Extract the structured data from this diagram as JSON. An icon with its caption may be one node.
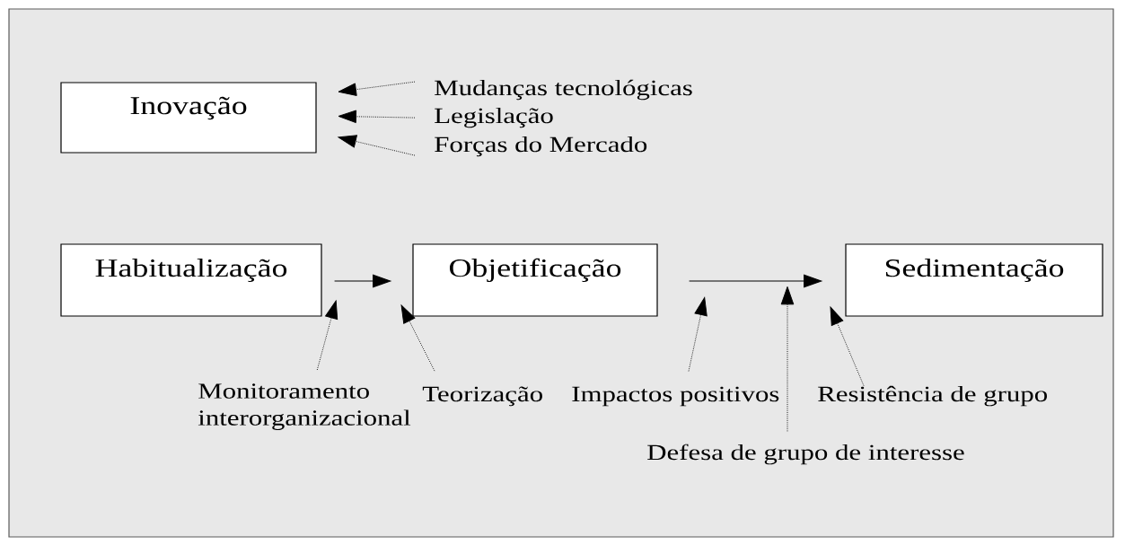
{
  "diagram": {
    "nodes": [
      {
        "text": [
          "Inovação"
        ]
      },
      {
        "text": [
          "Mudanças tecnológicas"
        ]
      },
      {
        "text": [
          "Legislação"
        ]
      },
      {
        "text": [
          "Forças do Mercado"
        ]
      },
      {
        "text": [
          "Habitualização"
        ]
      },
      {
        "text": [
          "Objetificação"
        ]
      },
      {
        "text": [
          "Sedimentação"
        ]
      },
      {
        "text": [
          "Monitoramento interorganizacional"
        ]
      },
      {
        "text": [
          "Teorização"
        ]
      },
      {
        "text": [
          "Impactos positivos"
        ]
      },
      {
        "text": [
          "Defesa de grupo de interesse"
        ]
      },
      {
        "text": [
          "Resistência de grupo"
        ]
      }
    ],
    "edges": [
      {
        "from": 1,
        "to": 0,
        "arrow": "to",
        "style": "dashed"
      },
      {
        "from": 2,
        "to": 0,
        "arrow": "to",
        "style": "dashed"
      },
      {
        "from": 3,
        "to": 0,
        "arrow": "to",
        "style": "dashed"
      },
      {
        "from": 4,
        "to": 5,
        "arrow": "to"
      },
      {
        "from": 5,
        "to": 6,
        "arrow": "to"
      },
      {
        "from": 7,
        "to": 4,
        "arrow": "to",
        "style": "dashed"
      },
      {
        "from": 8,
        "to": 5,
        "arrow": "to",
        "style": "dashed"
      },
      {
        "from": 9,
        "to": null,
        "arrow": "to",
        "style": "dashed"
      },
      {
        "from": 10,
        "to": null,
        "arrow": "to",
        "style": "dashed"
      },
      {
        "from": 11,
        "to": 6,
        "arrow": "to",
        "style": "dashed"
      }
    ]
  }
}
